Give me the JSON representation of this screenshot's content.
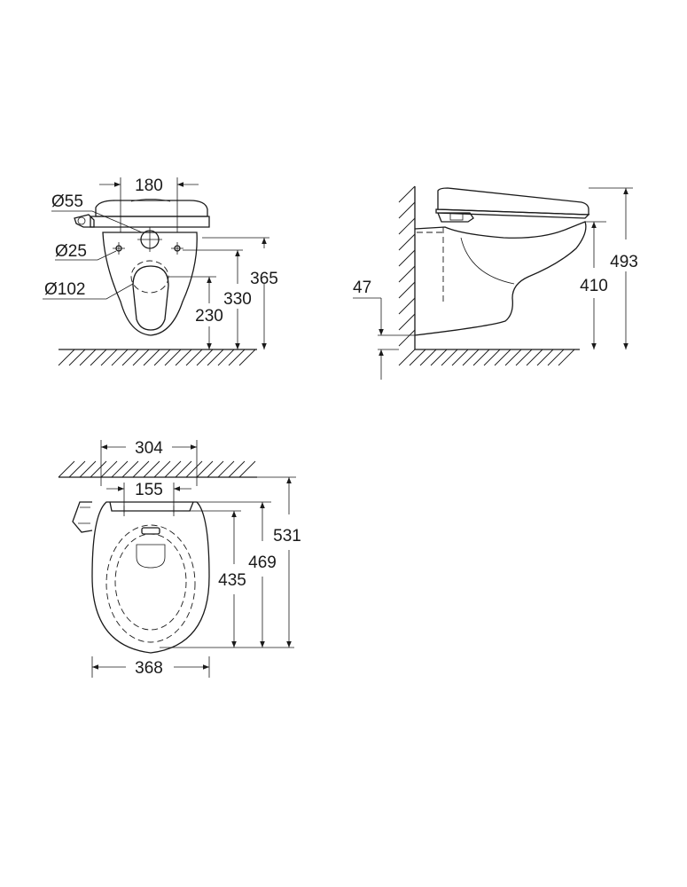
{
  "front_view": {
    "dim_width": "180",
    "dia_top": "Ø55",
    "dia_mid": "Ø25",
    "dia_bottom": "Ø102",
    "h_365": "365",
    "h_330": "330",
    "h_230": "230"
  },
  "side_view": {
    "dim_47": "47",
    "dim_410": "410",
    "dim_493": "493"
  },
  "top_view": {
    "dim_304": "304",
    "dim_155": "155",
    "dim_531": "531",
    "dim_469": "469",
    "dim_435": "435",
    "dim_368": "368"
  }
}
